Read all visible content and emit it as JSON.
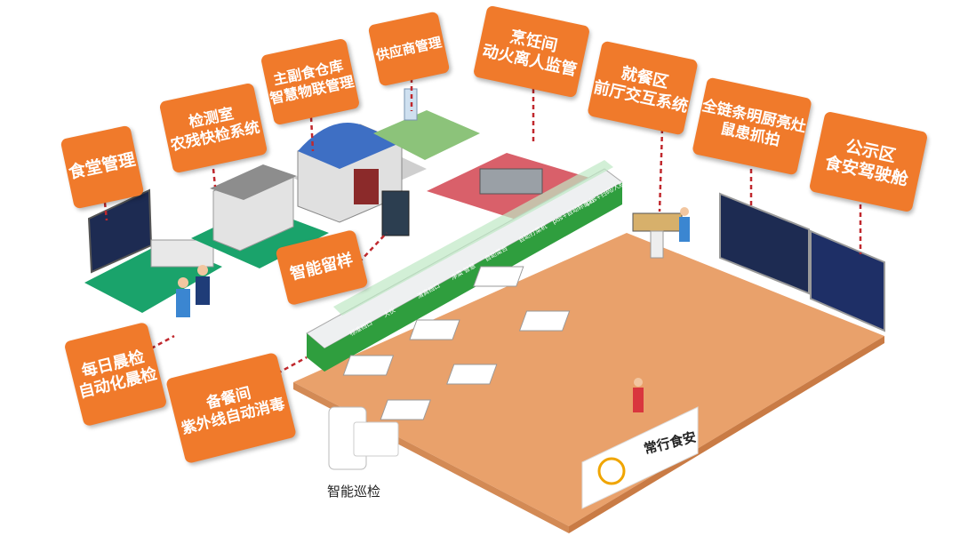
{
  "labels": {
    "canteen": [
      "食堂管理"
    ],
    "lab": [
      "检测室",
      "农残快检系统"
    ],
    "warehouse": [
      "主副食仓库",
      "智慧物联管理"
    ],
    "supplier": [
      "供应商管理"
    ],
    "kitchen": [
      "烹饪间",
      "动火离人监管"
    ],
    "dining": [
      "就餐区",
      "前厅交互系统"
    ],
    "kitchen_chain": [
      "全链条明厨亮灶",
      "鼠患抓拍"
    ],
    "public": [
      "公示区",
      "食安驾驶舱"
    ],
    "sample": [
      "智能留样"
    ],
    "morning": [
      "每日晨检",
      "自动化晨检"
    ],
    "prep": [
      "备餐间",
      "紫外线自动消毒"
    ]
  },
  "patrol_caption": "智能巡检",
  "brand_name": "常行食安",
  "counter_labels": [
    "标准档口",
    "大伙",
    "清真档口",
    "净菜 智慧",
    "自助菜台",
    "自助打菜机",
    "pos+自动称重台",
    "pos+扫码/人脸"
  ],
  "colors": {
    "accent": "#f07a2b",
    "floor": "#e8a064",
    "counter_green": "#2f9e3e",
    "lab_floor": "#1aa36b",
    "warehouse_wall": "#d9d9d9",
    "screen": "#1d2b52"
  }
}
